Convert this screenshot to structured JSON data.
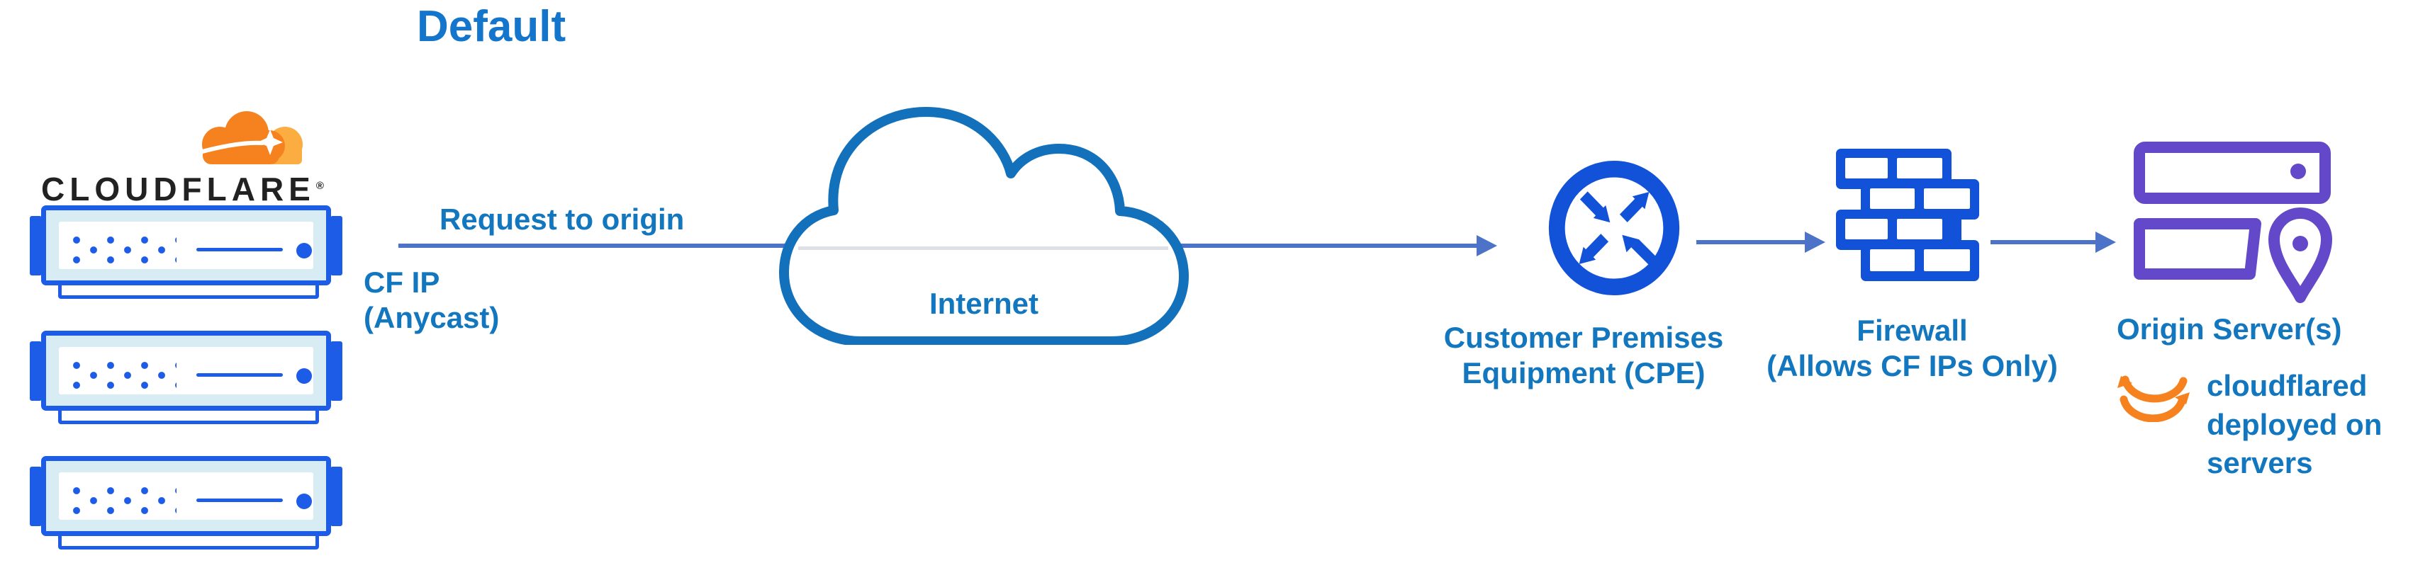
{
  "title": "Default",
  "logo": {
    "wordmark": "CLOUDFLARE",
    "registered": "®"
  },
  "flow": {
    "request_label": "Request to origin",
    "cf_ip": {
      "line1": "CF IP",
      "line2": "(Anycast)"
    },
    "internet_label": "Internet",
    "cpe": {
      "line1": "Customer Premises",
      "line2": "Equipment (CPE)"
    },
    "firewall": {
      "line1": "Firewall",
      "line2": "(Allows CF IPs Only)"
    },
    "origin": {
      "label": "Origin Server(s)"
    },
    "cloudflared": {
      "line1": "cloudflared",
      "line2": "deployed on",
      "line3": "servers"
    }
  },
  "icons": [
    "cloudflare-logo-icon",
    "edge-server-icon",
    "internet-cloud-icon",
    "router-cpe-icon",
    "firewall-brick-icon",
    "origin-servers-icon",
    "location-pin-icon",
    "sync-arrows-icon"
  ],
  "colors": {
    "text_blue": "#1277BE",
    "title_blue": "#1375CB",
    "arrow_blue": "#4C73C8",
    "icon_blue": "#1152D8",
    "server_blue": "#1D5CE6",
    "server_panel": "#D8EDF3",
    "cloud_outline": "#1371BB",
    "purple": "#6348C9",
    "orange": "#F6821F",
    "orange_light": "#FBAD41",
    "wordmark": "#222222"
  }
}
